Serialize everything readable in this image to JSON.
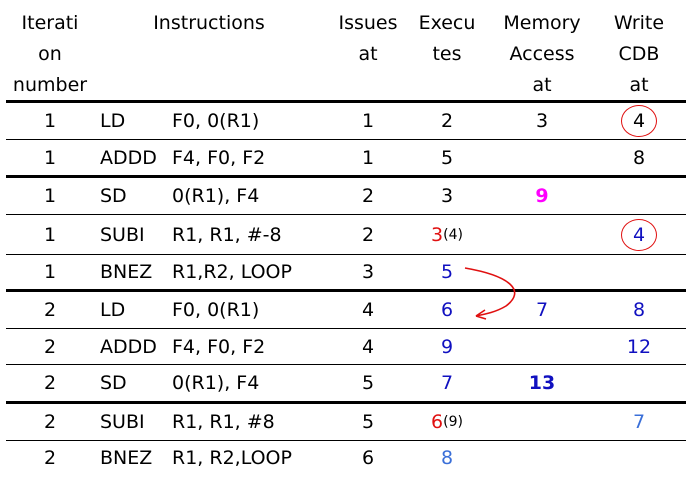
{
  "header": {
    "iteration": [
      "Iterati",
      "on",
      "number"
    ],
    "instructions": "Instructions",
    "issues": [
      "Issues",
      "at"
    ],
    "executes": [
      "Execu",
      "tes"
    ],
    "memory": [
      "Memory",
      "Access",
      "at"
    ],
    "write": [
      "Write",
      "CDB",
      "at"
    ]
  },
  "rows": [
    {
      "iter": "1",
      "op": "LD",
      "args": "F0, 0(R1)",
      "issue": "1",
      "exec": "2",
      "exec_sub": "",
      "mem": "3",
      "wcdb": "4"
    },
    {
      "iter": "1",
      "op": "ADDD",
      "args": "F4, F0, F2",
      "issue": "1",
      "exec": "5",
      "exec_sub": "",
      "mem": "",
      "wcdb": "8"
    },
    {
      "iter": "1",
      "op": "SD",
      "args": "0(R1), F4",
      "issue": "2",
      "exec": "3",
      "exec_sub": "",
      "mem": "9",
      "wcdb": ""
    },
    {
      "iter": "1",
      "op": "SUBI",
      "args": "R1, R1, #-8",
      "issue": "2",
      "exec": "3",
      "exec_sub": "(4)",
      "mem": "",
      "wcdb": "4"
    },
    {
      "iter": "1",
      "op": "BNEZ",
      "args": "R1,R2, LOOP",
      "issue": "3",
      "exec": "5",
      "exec_sub": "",
      "mem": "",
      "wcdb": ""
    },
    {
      "iter": "2",
      "op": "LD",
      "args": "F0, 0(R1)",
      "issue": "4",
      "exec": "6",
      "exec_sub": "",
      "mem": "7",
      "wcdb": "8"
    },
    {
      "iter": "2",
      "op": "ADDD",
      "args": "F4, F0, F2",
      "issue": "4",
      "exec": "9",
      "exec_sub": "",
      "mem": "",
      "wcdb": "12"
    },
    {
      "iter": "2",
      "op": "SD",
      "args": "0(R1), F4",
      "issue": "5",
      "exec": "7",
      "exec_sub": "",
      "mem": "13",
      "wcdb": ""
    },
    {
      "iter": "2",
      "op": "SUBI",
      "args": "R1, R1, #8",
      "issue": "5",
      "exec": "6",
      "exec_sub": "(9)",
      "mem": "",
      "wcdb": "7"
    },
    {
      "iter": "2",
      "op": "BNEZ",
      "args": "R1, R2,LOOP",
      "issue": "6",
      "exec": "8",
      "exec_sub": "",
      "mem": "",
      "wcdb": ""
    }
  ],
  "colors": {
    "red": "#e01010",
    "blue": "#1010c0",
    "light_blue": "#3a6fd8",
    "magenta": "#ff00ff"
  }
}
